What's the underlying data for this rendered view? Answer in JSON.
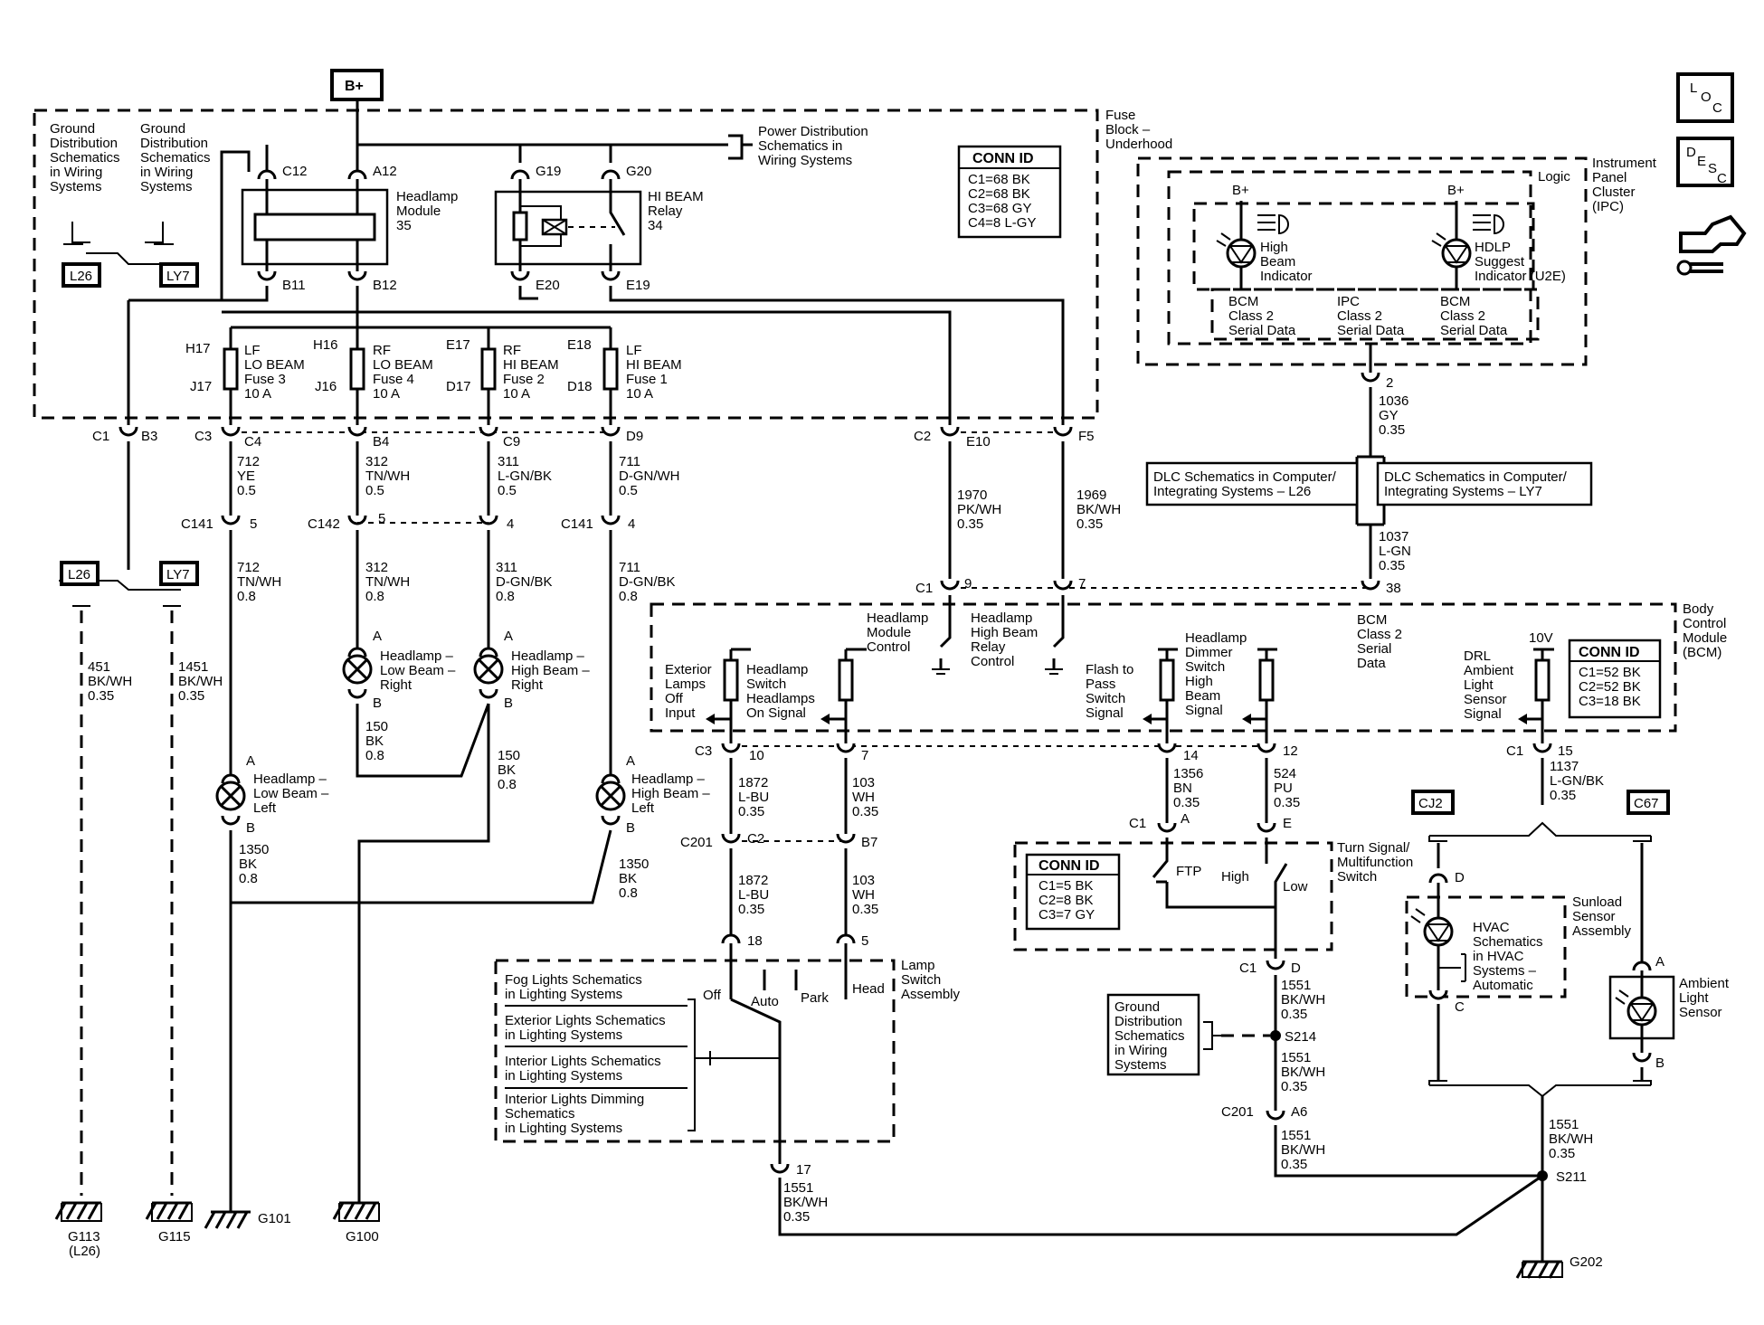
{
  "battery": "B+",
  "fuse_block": [
    "Fuse",
    "Block –",
    "Underhood"
  ],
  "power_dist": [
    "Power Distribution",
    "Schematics in",
    "Wiring Systems"
  ],
  "gnd_dist_left": [
    "Ground",
    "Distribution",
    "Schematics",
    "in Wiring",
    "Systems"
  ],
  "gnd_dist_right": [
    "Ground",
    "Distribution",
    "Schematics",
    "in Wiring",
    "Systems"
  ],
  "gnd_dist_s214": [
    "Ground",
    "Distribution",
    "Schematics",
    "in Wiring",
    "Systems"
  ],
  "opt_l26": "L26",
  "opt_ly7": "LY7",
  "opt_cj2": "CJ2",
  "opt_c67": "C67",
  "conn_fuse": {
    "title": "CONN ID",
    "lines": [
      "C1=68 BK",
      "C2=68 BK",
      "C3=68 GY",
      "C4=8 L-GY"
    ]
  },
  "conn_bcm": {
    "title": "CONN ID",
    "lines": [
      "C1=52 BK",
      "C2=52 BK",
      "C3=18 BK"
    ]
  },
  "conn_turn": {
    "title": "CONN ID",
    "lines": [
      "C1=5 BK",
      "C2=8 BK",
      "C3=7 GY"
    ]
  },
  "headlamp_module": {
    "name": [
      "Headlamp",
      "Module",
      "35"
    ],
    "top": "C12",
    "top2": "A12",
    "bot": "B11",
    "bot2": "B12"
  },
  "hibeam_relay": {
    "name": [
      "HI BEAM",
      "Relay",
      "34"
    ],
    "top": "G19",
    "top2": "G20",
    "bot": "E20",
    "bot2": "E19"
  },
  "fuses": [
    {
      "pin_top": "H17",
      "pin_bot": "J17",
      "name": [
        "LF",
        "LO BEAM",
        "Fuse 3",
        "10 A"
      ]
    },
    {
      "pin_top": "H16",
      "pin_bot": "J16",
      "name": [
        "RF",
        "LO BEAM",
        "Fuse 4",
        "10 A"
      ]
    },
    {
      "pin_top": "E17",
      "pin_bot": "D17",
      "name": [
        "RF",
        "HI BEAM",
        "Fuse 2",
        "10 A"
      ]
    },
    {
      "pin_top": "E18",
      "pin_bot": "D18",
      "name": [
        "LF",
        "HI BEAM",
        "Fuse 1",
        "10 A"
      ]
    }
  ],
  "fuse_conn": {
    "c1": "C1",
    "b3": "B3",
    "c3": "C3",
    "c4": "C4",
    "b4": "B4",
    "c9": "C9",
    "d9": "D9",
    "c2": "C2",
    "e10": "E10",
    "f5": "F5"
  },
  "wires": {
    "w712a": [
      "712",
      "YE",
      "0.5"
    ],
    "w312a": [
      "312",
      "TN/WH",
      "0.5"
    ],
    "w311a": [
      "311",
      "L-GN/BK",
      "0.5"
    ],
    "w711a": [
      "711",
      "D-GN/WH",
      "0.5"
    ],
    "w712b": [
      "712",
      "TN/WH",
      "0.8"
    ],
    "w312b": [
      "312",
      "TN/WH",
      "0.8"
    ],
    "w311b": [
      "311",
      "D-GN/BK",
      "0.8"
    ],
    "w711b": [
      "711",
      "D-GN/BK",
      "0.8"
    ],
    "w1970": [
      "1970",
      "PK/WH",
      "0.35"
    ],
    "w1969": [
      "1969",
      "BK/WH",
      "0.35"
    ],
    "w451": [
      "451",
      "BK/WH",
      "0.35"
    ],
    "w1451": [
      "1451",
      "BK/WH",
      "0.35"
    ],
    "w150r": [
      "150",
      "BK",
      "0.8"
    ],
    "w150c": [
      "150",
      "BK",
      "0.8"
    ],
    "w1350l": [
      "1350",
      "BK",
      "0.8"
    ],
    "w1350r": [
      "1350",
      "BK",
      "0.8"
    ],
    "w1872a": [
      "1872",
      "L-BU",
      "0.35"
    ],
    "w103a": [
      "103",
      "WH",
      "0.35"
    ],
    "w1872b": [
      "1872",
      "L-BU",
      "0.35"
    ],
    "w103b": [
      "103",
      "WH",
      "0.35"
    ],
    "w1356": [
      "1356",
      "BN",
      "0.35"
    ],
    "w524": [
      "524",
      "PU",
      "0.35"
    ],
    "w1137": [
      "1137",
      "L-GN/BK",
      "0.35"
    ],
    "w1036": [
      "1036",
      "GY",
      "0.35"
    ],
    "w1037": [
      "1037",
      "L-GN",
      "0.35"
    ],
    "w1551a": [
      "1551",
      "BK/WH",
      "0.35"
    ],
    "w1551b": [
      "1551",
      "BK/WH",
      "0.35"
    ],
    "w1551c": [
      "1551",
      "BK/WH",
      "0.35"
    ],
    "w1551d": [
      "1551",
      "BK/WH",
      "0.35"
    ],
    "w1551e": [
      "1551",
      "BK/WH",
      "0.35"
    ]
  },
  "inline_conn": {
    "c141a": "C141",
    "c142": "C142",
    "c141b": "C141",
    "p5a": "5",
    "p5b": "5",
    "p4a": "4",
    "p4b": "4"
  },
  "lamps": {
    "low_right": [
      "Headlamp –",
      "Low Beam –",
      "Right"
    ],
    "high_right": [
      "Headlamp –",
      "High Beam –",
      "Right"
    ],
    "low_left": [
      "Headlamp –",
      "Low Beam –",
      "Left"
    ],
    "high_left": [
      "Headlamp –",
      "High Beam –",
      "Left"
    ]
  },
  "pins": {
    "a": "A",
    "b": "B",
    "c": "C",
    "d": "D",
    "e": "E"
  },
  "ipc": {
    "name": [
      "Instrument",
      "Panel",
      "Cluster",
      "(IPC)"
    ],
    "logic": "Logic",
    "bplus": "B+",
    "hb_ind": [
      "High",
      "Beam",
      "Indicator"
    ],
    "hdlp": [
      "HDLP",
      "Suggest",
      "Indicator (U2E)"
    ],
    "bcm_a": [
      "BCM",
      "Class 2",
      "Serial Data"
    ],
    "ipc_b": [
      "IPC",
      "Class 2",
      "Serial Data"
    ],
    "bcm_c": [
      "BCM",
      "Class 2",
      "Serial Data"
    ],
    "pin2": "2"
  },
  "dlc_l26": [
    "DLC Schematics in Computer/",
    "Integrating Systems – L26"
  ],
  "dlc_ly7": [
    "DLC Schematics in Computer/",
    "Integrating Systems – LY7"
  ],
  "bcm": {
    "name": [
      "Body",
      "Control",
      "Module",
      "(BCM)"
    ],
    "c1": "C1",
    "p9": "9",
    "p7": "7",
    "p38": "38",
    "hm_ctrl": [
      "Headlamp",
      "Module",
      "Control"
    ],
    "hbr_ctrl": [
      "Headlamp",
      "High Beam",
      "Relay",
      "Control"
    ],
    "serial": [
      "BCM",
      "Class 2",
      "Serial",
      "Data"
    ],
    "ext_off": [
      "Exterior",
      "Lamps",
      "Off",
      "Input"
    ],
    "hs_on": [
      "Headlamp",
      "Switch",
      "Headlamps",
      "On Signal"
    ],
    "ftp": [
      "Flash to",
      "Pass",
      "Switch",
      "Signal"
    ],
    "dimmer": [
      "Headlamp",
      "Dimmer",
      "Switch",
      "High",
      "Beam",
      "Signal"
    ],
    "drl": [
      "DRL",
      "Ambient",
      "Light",
      "Sensor",
      "Signal"
    ],
    "v10": "10V",
    "c3": "C3",
    "p10": "10",
    "p7b": "7",
    "p14": "14",
    "p12": "12",
    "c1b": "C1",
    "p15": "15"
  },
  "c201": {
    "name": "C201",
    "c2": "C2",
    "b7": "B7",
    "p18": "18",
    "p5": "5",
    "p17": "17",
    "c1": "C1",
    "pa": "A",
    "pe": "E",
    "c201b": "C201",
    "a6": "A6",
    "c1d": "C1",
    "pd": "D"
  },
  "turn_switch": {
    "name": [
      "Turn Signal/",
      "Multifunction",
      "Switch"
    ],
    "ftp": "FTP",
    "high": "High",
    "low": "Low"
  },
  "lamp_switch": {
    "name": [
      "Lamp",
      "Switch",
      "Assembly"
    ],
    "fog": [
      "Fog Lights Schematics",
      "in Lighting Systems"
    ],
    "ext": [
      "Exterior Lights Schematics",
      "in Lighting Systems"
    ],
    "int": [
      "Interior Lights Schematics",
      "in Lighting Systems"
    ],
    "dim": [
      "Interior Lights Dimming",
      "Schematics",
      "in Lighting Systems"
    ],
    "off": "Off",
    "auto": "Auto",
    "park": "Park",
    "head": "Head"
  },
  "sunload": {
    "name": [
      "Sunload",
      "Sensor",
      "Assembly"
    ],
    "hvac": [
      "HVAC",
      "Schematics",
      "in HVAC",
      "Systems –",
      "Automatic"
    ],
    "ambient": [
      "Ambient",
      "Light",
      "Sensor"
    ]
  },
  "splices": {
    "s214": "S214",
    "s211": "S211"
  },
  "grounds": {
    "g113": [
      "G113",
      "(L26)"
    ],
    "g115": "G115",
    "g101": "G101",
    "g100": "G100",
    "g202": "G202"
  },
  "icons": {
    "loc": [
      "L",
      "O",
      "C"
    ],
    "desc": [
      "D",
      "E",
      "S",
      "C"
    ],
    "tools": "tool-icon"
  }
}
